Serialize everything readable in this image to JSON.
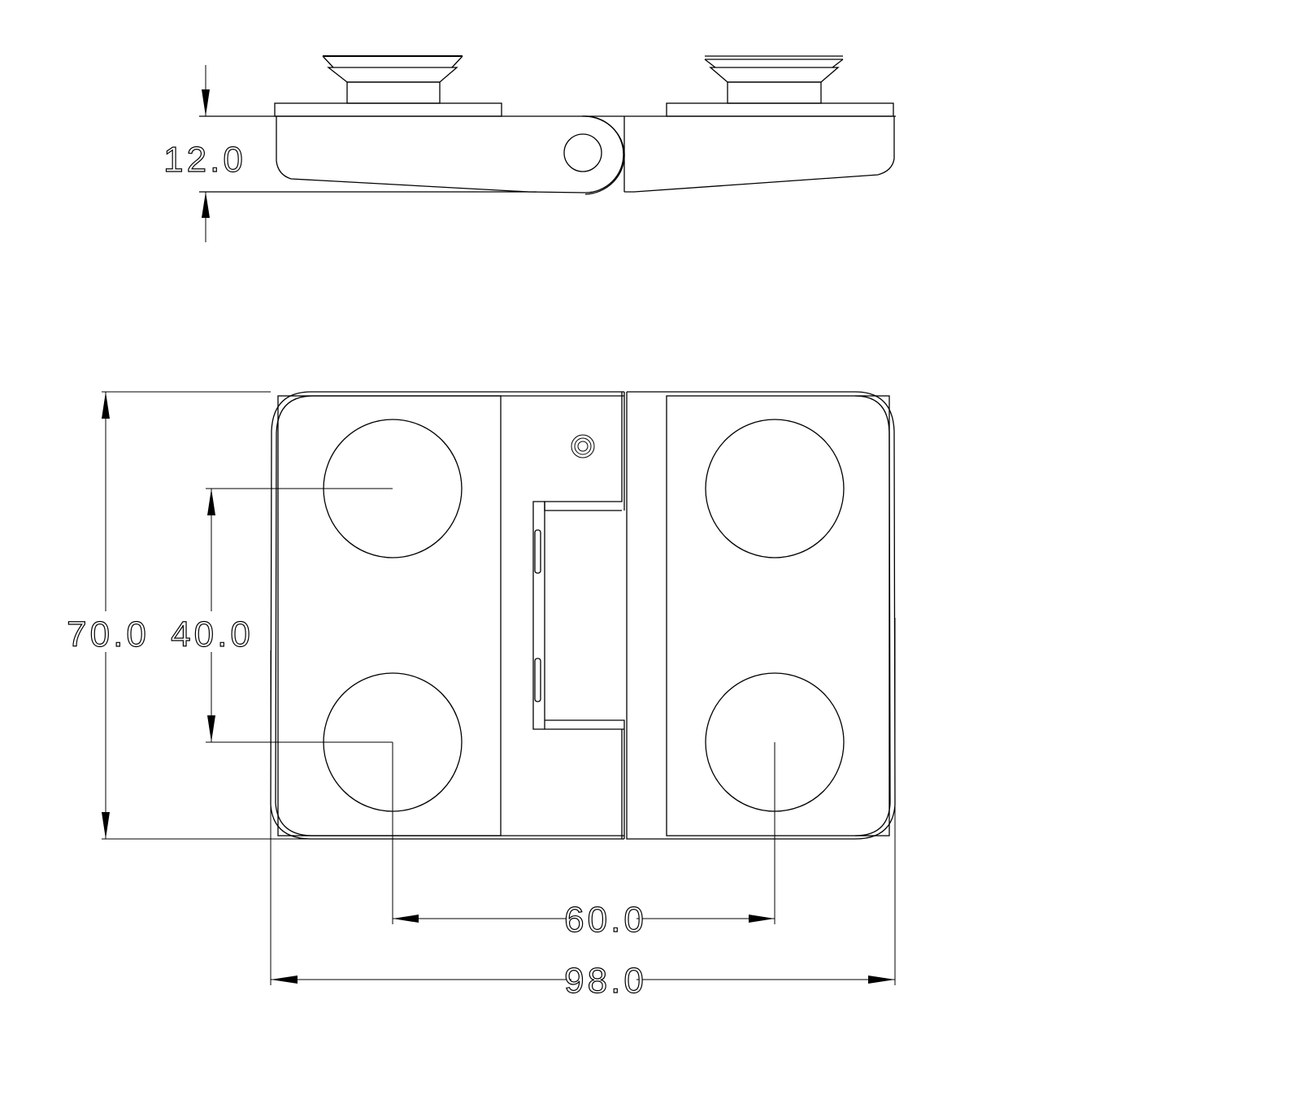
{
  "drawing": {
    "views": [
      "side-view",
      "top-view"
    ],
    "dimensions": {
      "thickness": "12.0",
      "height": "70.0",
      "hole_vertical_spacing": "40.0",
      "hole_horizontal_spacing": "60.0",
      "overall_width": "98.0"
    },
    "line_color": "#000000",
    "background_color": "#ffffff"
  }
}
